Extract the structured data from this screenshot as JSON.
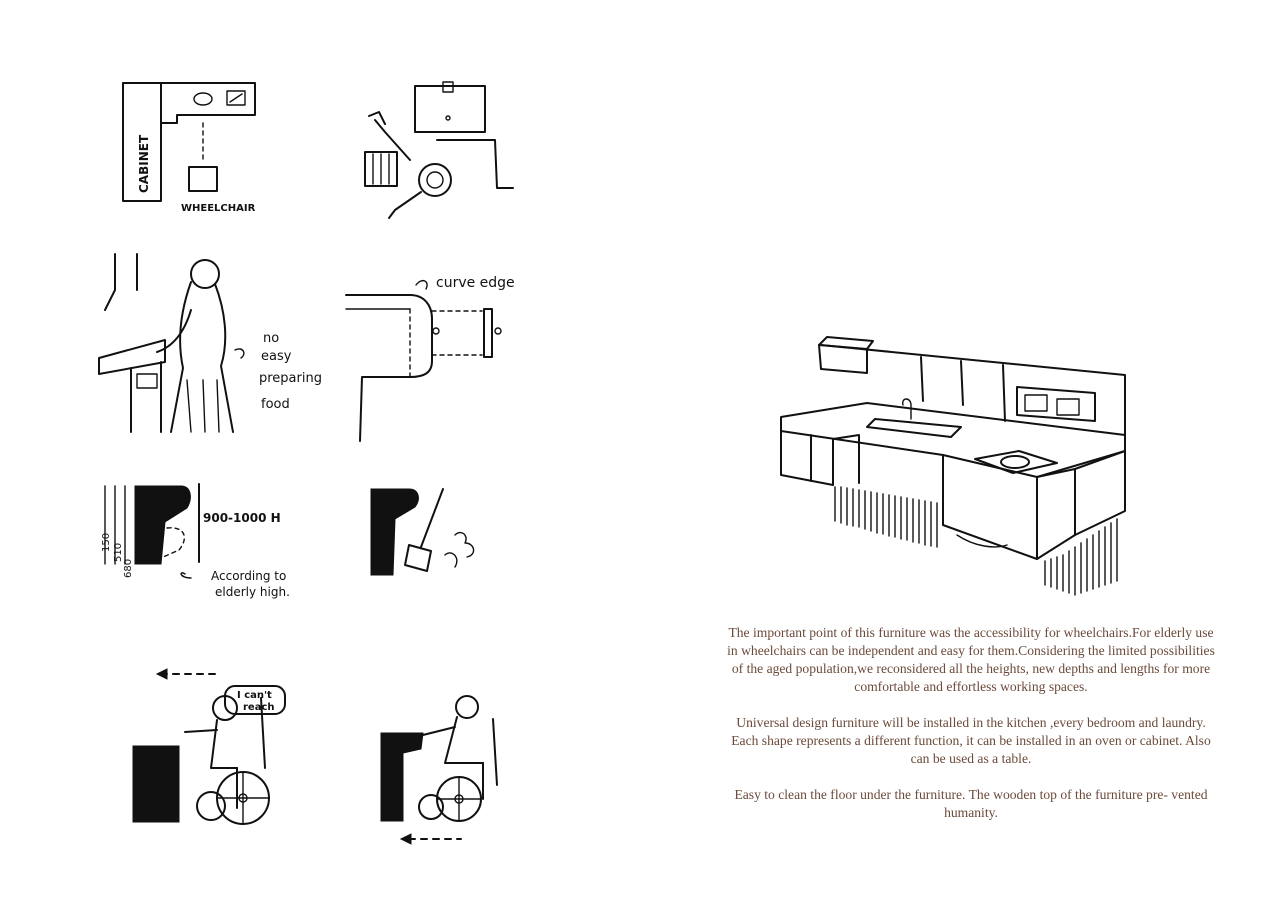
{
  "sketches": {
    "cabinet_label": "CABINET",
    "wheelchair_label": "WHEELCHAIR",
    "no_easy_note": [
      "no",
      "easy",
      "preparing",
      "food"
    ],
    "curve_edge_label": "curve edge",
    "height_label": "900-1000 H",
    "dim_150": "150",
    "dim_510": "510",
    "dim_680": "680",
    "elderly_note_line1": "According to",
    "elderly_note_line2": "elderly high.",
    "speech_line1": "I can't",
    "speech_line2": "reach"
  },
  "description": {
    "paragraph1": "The important point of this furniture was the accessibility for wheelchairs.For elderly use in wheelchairs can be independent and easy for them.Considering the limited possibilities of the aged population,we reconsidered all the heights, new depths and lengths for more comfortable and effortless working spaces.",
    "paragraph2": "Universal design furniture will be installed in the kitchen ,every bedroom and laundry. Each shape represents a different function, it can be installed in an oven or cabinet. Also can be used as a table.",
    "paragraph3": "Easy to clean the floor under the furniture. The wooden top of the furniture pre- vented humanity."
  },
  "colors": {
    "ink": "#111111",
    "text": "#6b4a3a",
    "background": "#ffffff"
  }
}
